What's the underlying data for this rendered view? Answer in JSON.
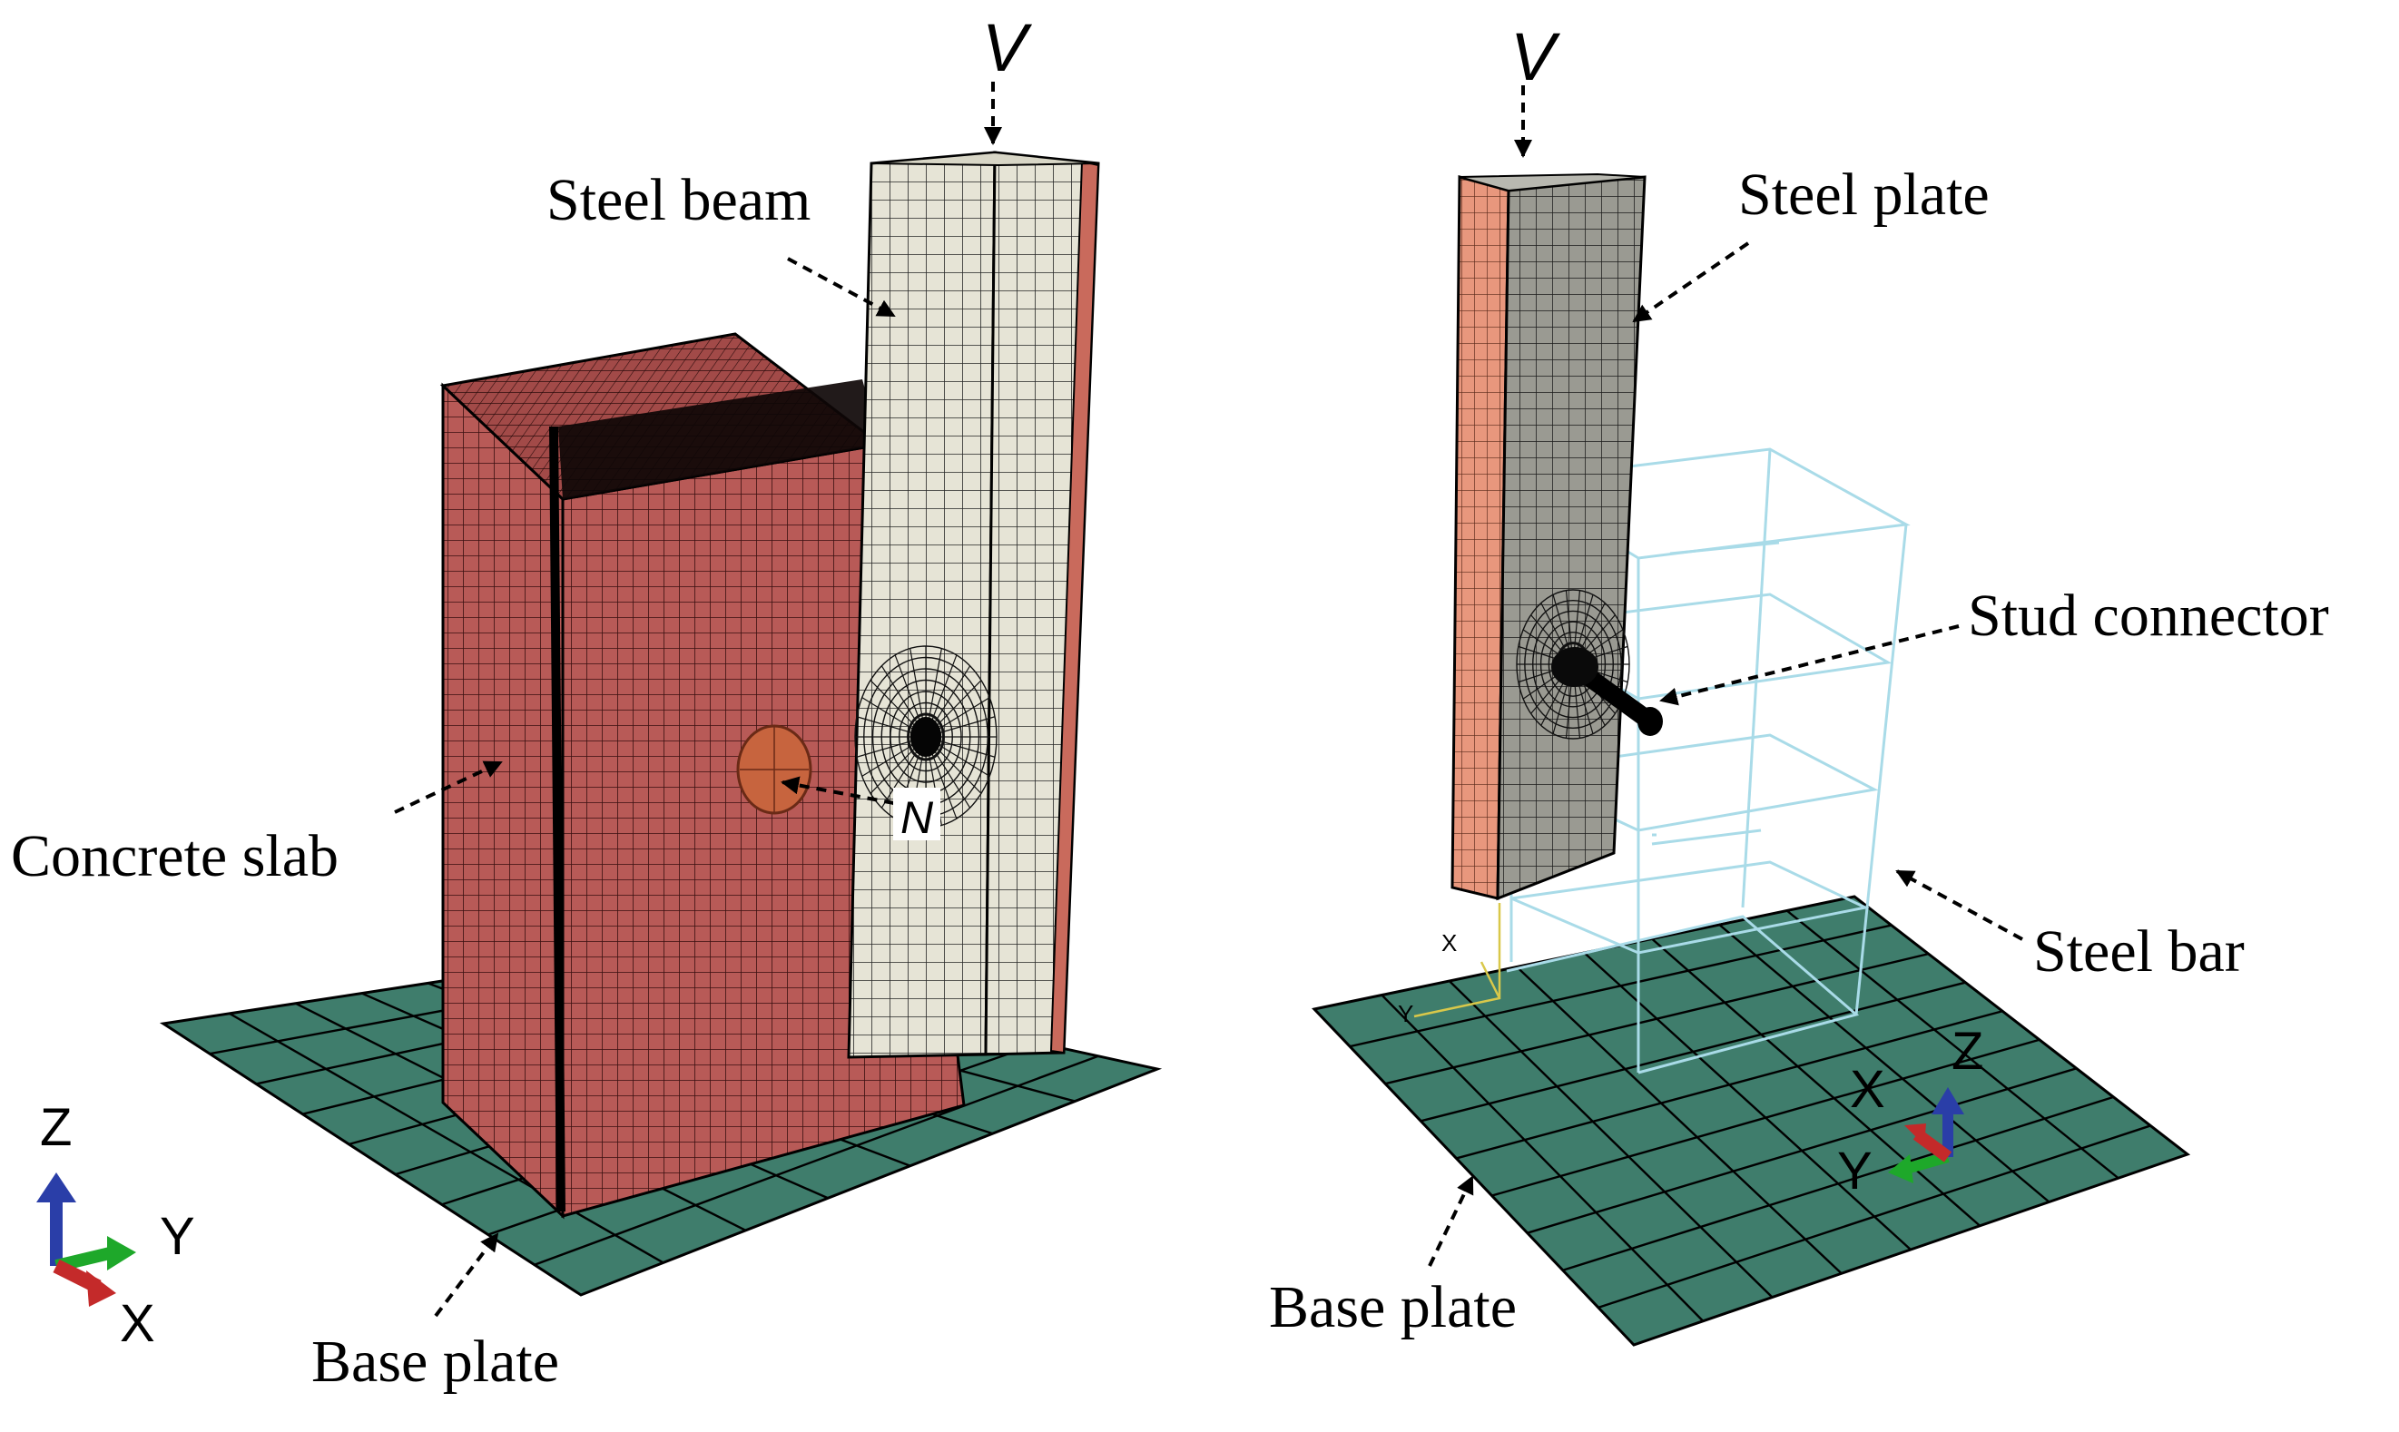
{
  "left_model": {
    "labels": {
      "load_v": "V",
      "steel_beam": "Steel beam",
      "concrete_slab": "Concrete slab",
      "load_n": "N",
      "base_plate": "Base plate"
    },
    "axis_triad": {
      "z": "Z",
      "y": "Y",
      "x": "X"
    }
  },
  "right_model": {
    "labels": {
      "load_v": "V",
      "steel_plate": "Steel plate",
      "stud_connector": "Stud connector",
      "steel_bar": "Steel bar",
      "base_plate": "Base plate"
    },
    "axis_triad": {
      "z": "Z",
      "x": "X",
      "y": "Y"
    },
    "local_csys": {
      "x": "X",
      "y": "Y"
    }
  },
  "colors": {
    "concrete": "#b85a57",
    "concrete_mesh": "#3a1010",
    "steel_beam": "#e6e4d6",
    "steel_plate_face": "#9a9a92",
    "steel_flange": "#e8977d",
    "base_plate": "#3f7d6c",
    "rebar": "#a9dbe8",
    "stud_pad": "#c7643e",
    "axis_z": "#2a3ea8",
    "axis_y": "#1ea82a",
    "axis_x": "#c42a2a",
    "local_csys": "#d9c84a"
  }
}
